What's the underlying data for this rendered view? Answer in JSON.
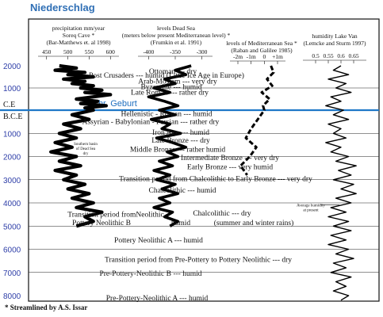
{
  "title": "Niederschlag",
  "chart_data": {
    "type": "line",
    "ylabel": "",
    "y_ticks": [
      2000,
      1000,
      0,
      1000,
      2000,
      3000,
      4000,
      5000,
      6000,
      7000,
      8000
    ],
    "y_tick_labels": [
      "2000",
      "1000",
      "C.E",
      "B.C.E",
      "1000",
      "2000",
      "3000",
      "4000",
      "5000",
      "6000",
      "7000",
      "8000"
    ],
    "ce_line_label": "Chr. Geburt",
    "panels": [
      {
        "header": [
          "precipitation mm/year",
          "Soreq Cave *",
          "(Bar-Matthews et. al 1998)"
        ],
        "ticks": [
          "450",
          "500",
          "550",
          "600"
        ],
        "tick_values": [
          450,
          500,
          550,
          600
        ],
        "xlim": [
          430,
          620
        ]
      },
      {
        "header": [
          "levels Dead Sea",
          "(meters below present Mediterranean level) *",
          "(Frumkin et al. 1991)"
        ],
        "ticks": [
          "-400",
          "-350",
          "-300"
        ],
        "tick_values": [
          -400,
          -350,
          -300
        ],
        "xlim": [
          -420,
          -280
        ]
      },
      {
        "header": [
          "levels of Mediterranean Sea *",
          "(Raban and Galilee 1985)"
        ],
        "ticks": [
          "-2m",
          "-1m",
          "0",
          "+1m"
        ],
        "tick_values": [
          -2,
          -1,
          0,
          1
        ],
        "xlim": [
          -2.6,
          1.6
        ]
      },
      {
        "header": [
          "humidity Lake Van",
          "(Lemcke and Sturm 1997)"
        ],
        "ticks": [
          "0.5",
          "0.55",
          "0.6",
          "0.65"
        ],
        "tick_values": [
          0.5,
          0.55,
          0.6,
          0.65
        ],
        "xlim": [
          0.45,
          0.7
        ]
      }
    ],
    "series": [
      {
        "name": "",
        "y": [
          -2000,
          -1900,
          -1800,
          -1700,
          -1600,
          -1500,
          -1400,
          -1300,
          -1200,
          -1100,
          -1000,
          -900,
          -800,
          -700,
          -600,
          -500,
          -400,
          -300,
          -200,
          -100,
          0,
          200,
          400,
          600,
          800,
          1000,
          1200,
          1400,
          1600,
          1800,
          2000,
          2200,
          2400,
          2600,
          2800,
          3000,
          3200,
          3400,
          3600,
          3800,
          4000,
          4200,
          4400,
          4600,
          4800,
          5000
        ],
        "x": [
          480,
          520,
          470,
          540,
          500,
          560,
          490,
          540,
          510,
          560,
          530,
          580,
          540,
          600,
          560,
          520,
          570,
          530,
          590,
          540,
          560,
          510,
          550,
          490,
          530,
          480,
          520,
          470,
          510,
          460,
          520,
          480,
          530,
          470,
          520,
          490,
          540,
          500,
          550,
          510,
          560,
          520,
          580,
          540,
          560,
          520
        ]
      },
      {
        "name": "",
        "y": [
          -2000,
          -1800,
          -1600,
          -1400,
          -1200,
          -1000,
          -800,
          -600,
          -400,
          -200,
          0,
          200,
          400,
          600,
          800,
          1000,
          1200,
          1400,
          1600,
          1800,
          2000,
          2200,
          2400,
          2600,
          2800,
          3000,
          3200,
          3400,
          3600,
          3800,
          4000,
          4200,
          4400,
          4600,
          4800,
          5000
        ],
        "x": [
          -320,
          -350,
          -330,
          -370,
          -350,
          -390,
          -360,
          -400,
          -370,
          -345,
          -380,
          -350,
          -395,
          -360,
          -375,
          -340,
          -385,
          -355,
          -330,
          -365,
          -345,
          -380,
          -355,
          -390,
          -360,
          -385,
          -350,
          -375,
          -345,
          -380,
          -360,
          -390,
          -355,
          -370,
          -345,
          -360
        ]
      },
      {
        "name": "",
        "y": [
          -2000,
          -1700,
          -1400,
          -1100,
          -800,
          -500,
          -200,
          0,
          400,
          800,
          1200,
          1600,
          2000,
          2400,
          2800
        ],
        "x": [
          0.5,
          0.7,
          0.2,
          0.6,
          -0.2,
          0.4,
          -0.1,
          0.0,
          -0.5,
          -1.0,
          -1.4,
          -0.6,
          -1.1,
          -1.8,
          -1.3
        ]
      },
      {
        "name": "",
        "y": [
          -2000,
          -1800,
          -1600,
          -1400,
          -1200,
          -1000,
          -800,
          -600,
          -400,
          -200,
          0,
          200,
          400,
          600,
          800,
          1000,
          1200,
          1400,
          1600,
          1800,
          2000,
          2200,
          2400,
          2600,
          2800,
          3000,
          3200,
          3400,
          3600,
          3800,
          4000,
          4200,
          4400,
          4600,
          4800,
          5000,
          5200,
          5400,
          5600,
          5800,
          6000,
          6200,
          6400,
          6600,
          6800,
          7000,
          7200,
          7400,
          7600,
          7800,
          8000,
          8200
        ],
        "x": [
          0.6,
          0.57,
          0.63,
          0.55,
          0.62,
          0.58,
          0.64,
          0.56,
          0.6,
          0.54,
          0.61,
          0.57,
          0.63,
          0.55,
          0.6,
          0.57,
          0.62,
          0.54,
          0.6,
          0.56,
          0.63,
          0.58,
          0.66,
          0.59,
          0.64,
          0.57,
          0.65,
          0.6,
          0.66,
          0.58,
          0.64,
          0.56,
          0.62,
          0.55,
          0.63,
          0.57,
          0.64,
          0.56,
          0.62,
          0.55,
          0.63,
          0.58,
          0.65,
          0.57,
          0.62,
          0.56,
          0.64,
          0.58,
          0.62,
          0.57,
          0.63,
          0.6
        ]
      }
    ],
    "periods": [
      {
        "text": "Ottoman  ---   dry",
        "y": -1750
      },
      {
        "text": "Post Crusaders  ---   humid   (Little Ice Age in Europe)",
        "y": -1580
      },
      {
        "text": "Arab-Moslem  ---   very dry",
        "y": -1300
      },
      {
        "text": "Byzantine  ---   humid",
        "y": -1050
      },
      {
        "text": "Late Roman  ---   rather dry",
        "y": -800
      },
      {
        "text": "Hellenistic - Roman  ---  humid",
        "y": 150
      },
      {
        "text": "Assyrian - Babylonian - Persian  ---   rather dry",
        "y": 500
      },
      {
        "text": "Iron Age  ---  humid",
        "y": 950
      },
      {
        "text": "Late Bronze  ---  dry",
        "y": 1300
      },
      {
        "text": "Middle Bronze  ---  rather humid",
        "y": 1700
      },
      {
        "text": "Intermediate Bronze  ---  very dry",
        "y": 2050
      },
      {
        "text": "Early Bronze  ---  very humid",
        "y": 2450
      },
      {
        "text": "Transition period from Chalcolithic to Early Bronze  ---  very dry",
        "y": 2950
      },
      {
        "text": "Chalcolithic  ---   humid",
        "y": 3450
      },
      {
        "text": "Transition period fromNeolithic",
        "y": 4500
      },
      {
        "text": "Chalcolithic  ---  dry",
        "y": 4450
      },
      {
        "text": "Pottery Neolithic B",
        "y": 4850
      },
      {
        "text": "humid",
        "y": 4850
      },
      {
        "text": "(summer and winter rains)",
        "y": 4850
      },
      {
        "text": "Pottery Neolithic A  ---  humid",
        "y": 5600
      },
      {
        "text": "Transition period from Pre-Pottery to Pottery Neolithic  ---  dry",
        "y": 6450
      },
      {
        "text": "Pre-Pottery-Neolithic B  ---  humid",
        "y": 7050
      },
      {
        "text": "Pre-Pottery-Neolithic A  ---  humid",
        "y": 8100
      }
    ],
    "annotations": [
      {
        "lines": [
          "Southern basin",
          "of Dead Sea",
          "dry"
        ],
        "y": 1500
      },
      {
        "lines": [
          "Average humidity",
          "at present"
        ],
        "y": 4150
      }
    ],
    "footnote": "* Streamlined by A.S. Issar"
  }
}
